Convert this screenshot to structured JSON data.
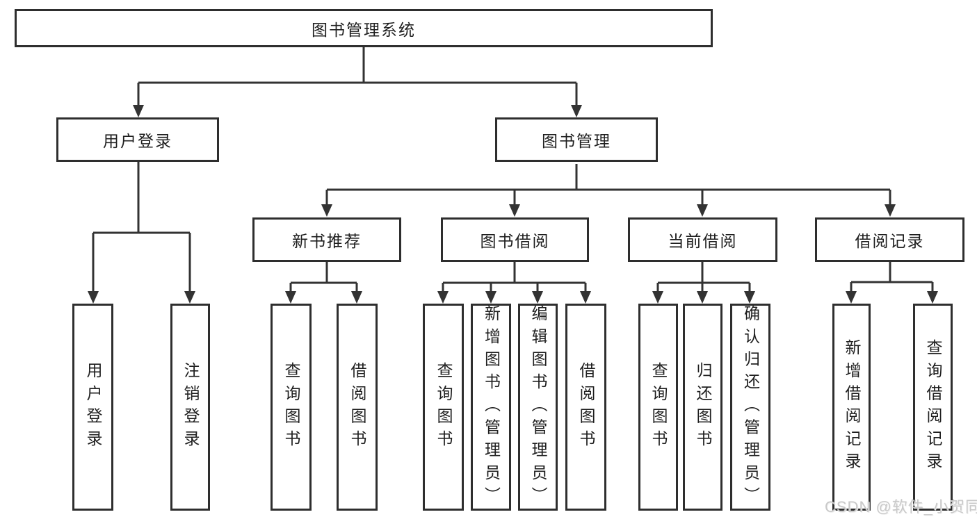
{
  "root": {
    "label": "图书管理系统"
  },
  "branches": {
    "user_login": {
      "label": "用户登录",
      "children": [
        "用户登录",
        "注销登录"
      ]
    },
    "book_mgmt": {
      "label": "图书管理"
    }
  },
  "modules": [
    {
      "label": "新书推荐",
      "children": [
        "查询图书",
        "借阅图书"
      ]
    },
    {
      "label": "图书借阅",
      "children": [
        "查询图书",
        "新增图书（管理员）",
        "编辑图书（管理员）",
        "借阅图书"
      ]
    },
    {
      "label": "当前借阅",
      "children": [
        "查询图书",
        "归还图书",
        "确认归还（管理员）"
      ]
    },
    {
      "label": "借阅记录",
      "children": [
        "新增借阅记录",
        "查询借阅记录"
      ]
    }
  ],
  "watermark": "CSDN @软件_小贺同学",
  "colors": {
    "line": "#333333",
    "box_border": "#2e2e2e",
    "text": "#1f1f1f",
    "background": "#ffffff",
    "watermark": "#c9c9c9"
  }
}
